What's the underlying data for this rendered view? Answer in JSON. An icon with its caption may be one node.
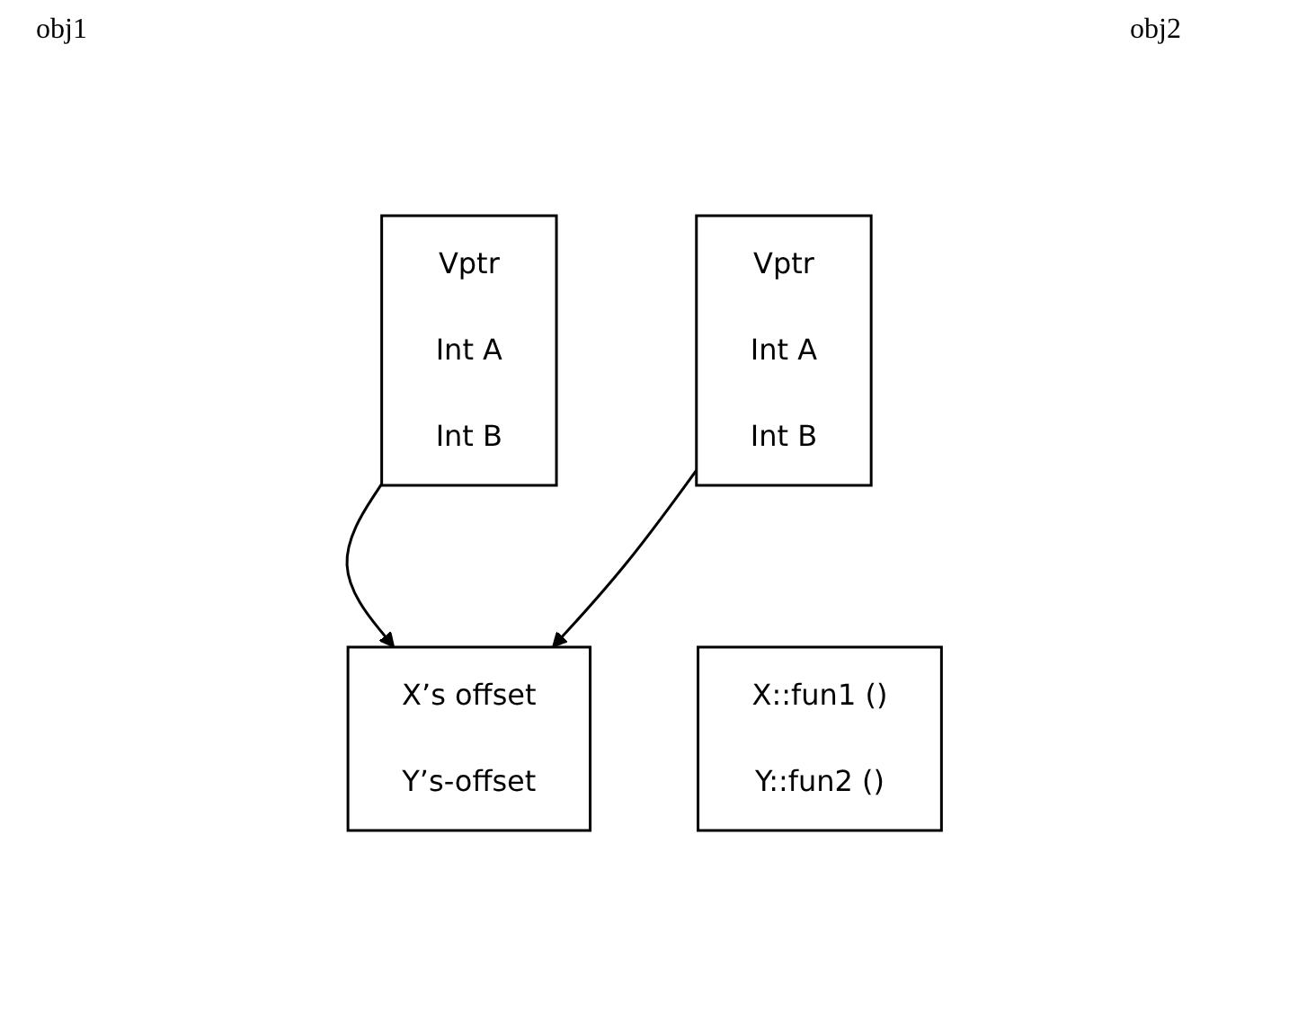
{
  "diagram": {
    "nodes": [
      {
        "text": [
          "Vptr",
          "Int A",
          "Int B"
        ]
      },
      {
        "text": [
          "Vptr",
          "Int A",
          "Int B"
        ]
      },
      {
        "text": [
          "X::fun1 ()",
          "Y::fun2 ()"
        ]
      },
      {
        "text": [
          "X’s offset",
          "Y’s-offset"
        ]
      }
    ],
    "edges": [
      {
        "from": 0,
        "to": 3,
        "arrow": "to"
      },
      {
        "from": 1,
        "to": 3,
        "arrow": "to"
      }
    ],
    "labels": [
      "obj1",
      "obj2"
    ]
  }
}
